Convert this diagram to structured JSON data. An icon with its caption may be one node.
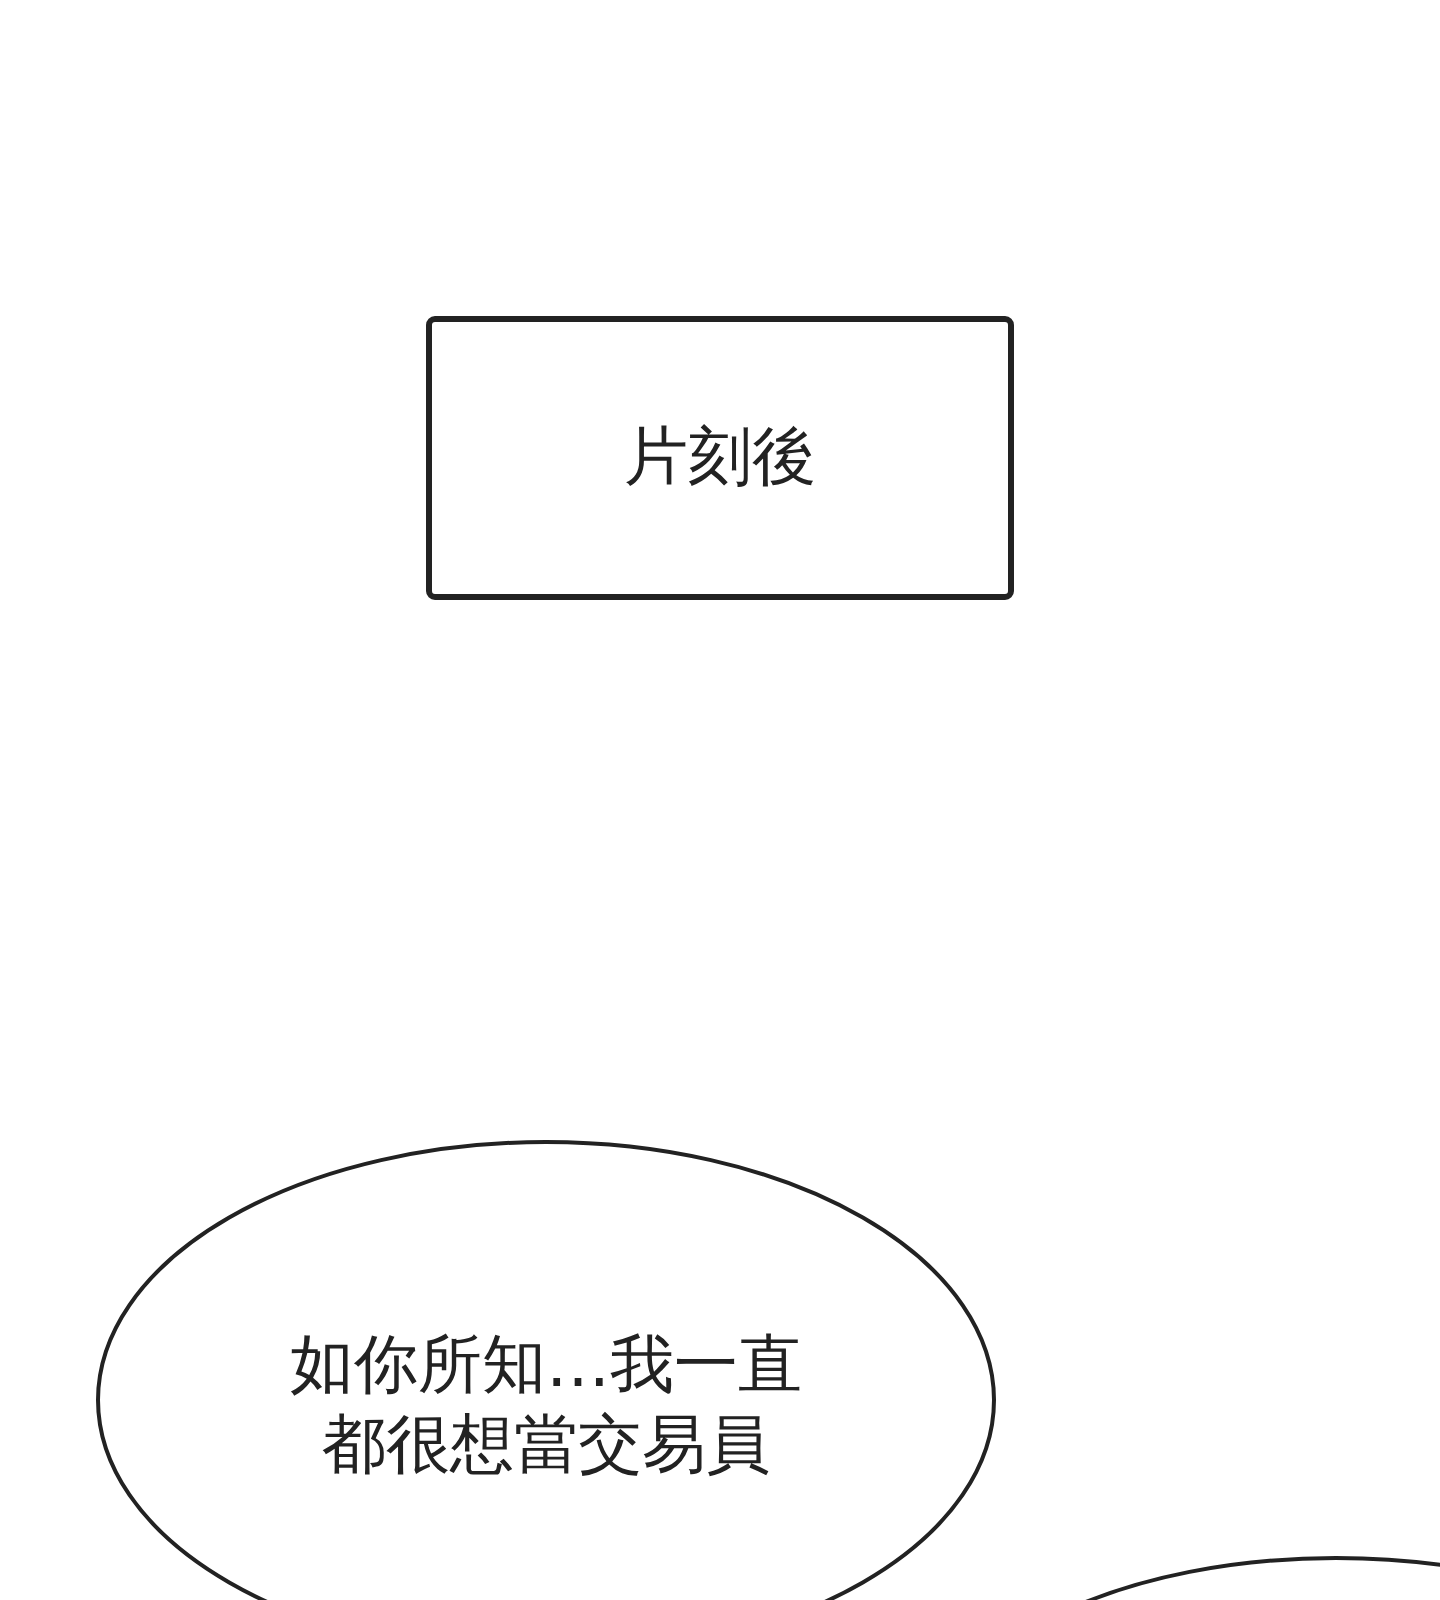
{
  "diagram": {
    "nodes": [
      {
        "text": [
          "片刻後"
        ]
      },
      {
        "text": [
          "如你所知…我一直都很想當交易員"
        ]
      },
      {
        "text": [],
        "shape": "ellipse"
      }
    ]
  }
}
